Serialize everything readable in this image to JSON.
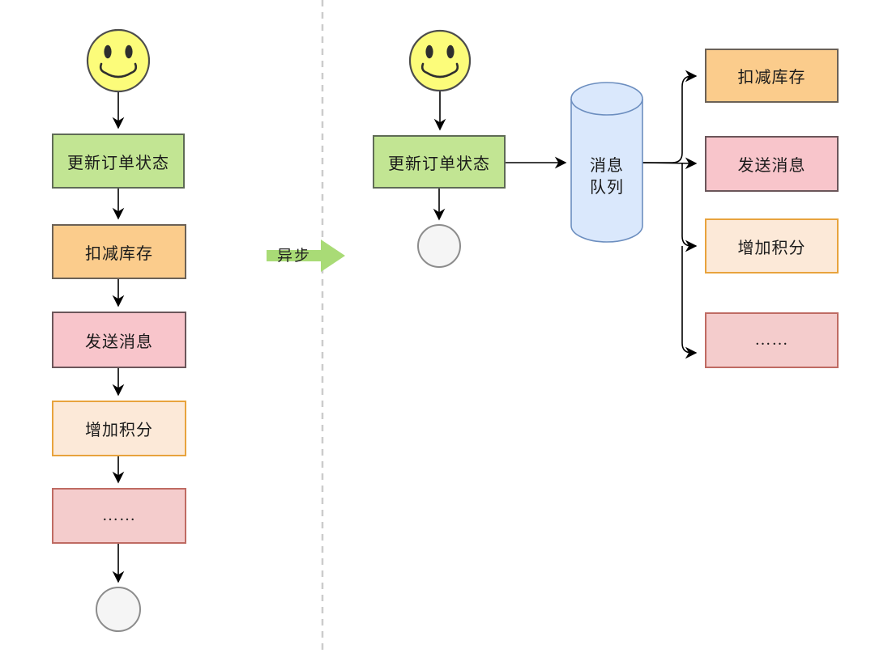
{
  "diagram": {
    "title_semantic": "sync-vs-async-order-flow",
    "background": "#ffffff",
    "divider_color": "#cccccc"
  },
  "palette": {
    "green_fill": "#c2e593",
    "orange_fill": "#fbcc8c",
    "pink_fill": "#f8c5cb",
    "cream_fill": "#fce9d8",
    "cream_border": "#e8a33d",
    "red_fill": "#f4cccc",
    "red_border": "#bf6b63",
    "node_border_gray": "#666666",
    "end_circle_fill": "#f5f5f5",
    "end_circle_border": "#8c8c8c",
    "cylinder_fill": "#dae8fc",
    "cylinder_border": "#6c8ebf",
    "smiley_fill": "#fcfc7a",
    "async_arrow_fill": "#a9db76",
    "connector_color": "#000000"
  },
  "left_flow": {
    "actor": "smiley-face",
    "steps": [
      {
        "label": "更新订单状态"
      },
      {
        "label": "扣减库存"
      },
      {
        "label": "发送消息"
      },
      {
        "label": "增加积分"
      },
      {
        "label": "……"
      }
    ],
    "terminal": "end-circle"
  },
  "transition": {
    "label": "异步"
  },
  "right_flow": {
    "actor": "smiley-face",
    "main_step": {
      "label": "更新订单状态"
    },
    "terminal": "end-circle",
    "queue": {
      "label": "消息队列",
      "lines": [
        "消息",
        "队列"
      ]
    },
    "branches": [
      {
        "label": "扣减库存"
      },
      {
        "label": "发送消息"
      },
      {
        "label": "增加积分"
      },
      {
        "label": "……"
      }
    ]
  }
}
